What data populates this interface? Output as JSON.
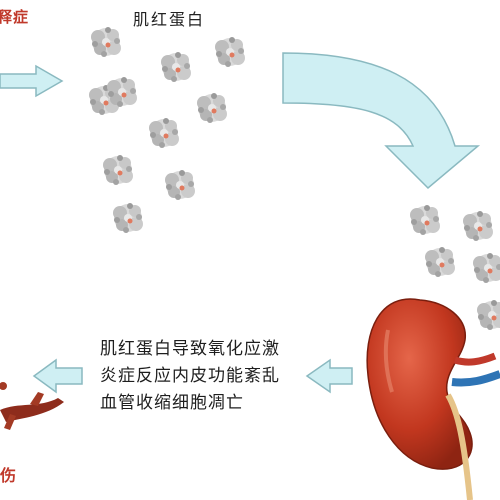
{
  "labels": {
    "top_left_red": "释症",
    "top_title": "肌红蛋白",
    "mechanism_lines": [
      "肌红蛋白导致氧化应激",
      "炎症反应内皮功能紊乱",
      "血管收缩细胞凋亡"
    ],
    "bottom_left_red": "伤"
  },
  "colors": {
    "arrow_fill": "#cfeff3",
    "arrow_stroke": "#8ab9c0",
    "red_text": "#c0392b",
    "kidney": "#c2371f"
  },
  "icons": [
    "protein-cluster-icon",
    "kidney-icon",
    "vessel-icon",
    "arrow-icon"
  ]
}
